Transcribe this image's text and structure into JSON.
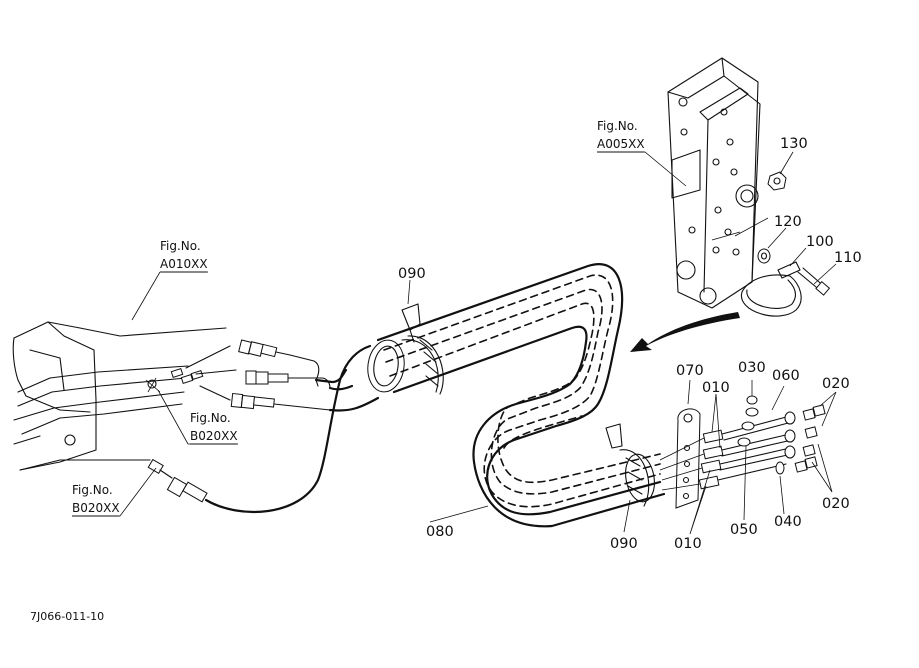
{
  "figure_refs": {
    "a005": {
      "label": "Fig.No.",
      "code": "A005XX"
    },
    "a010": {
      "label": "Fig.No.",
      "code": "A010XX"
    },
    "b020_upper": {
      "label": "Fig.No.",
      "code": "B020XX"
    },
    "b020_lower": {
      "label": "Fig.No.",
      "code": "B020XX"
    }
  },
  "callouts": {
    "p010_upper": "010",
    "p010_lower": "010",
    "p020_upper": "020",
    "p020_lower": "020",
    "p030": "030",
    "p040": "040",
    "p050": "050",
    "p060": "060",
    "p070": "070",
    "p080": "080",
    "p090_upper": "090",
    "p090_lower": "090",
    "p100": "100",
    "p110": "110",
    "p120": "120",
    "p130": "130"
  },
  "drawing_code": "7J066-011-10"
}
